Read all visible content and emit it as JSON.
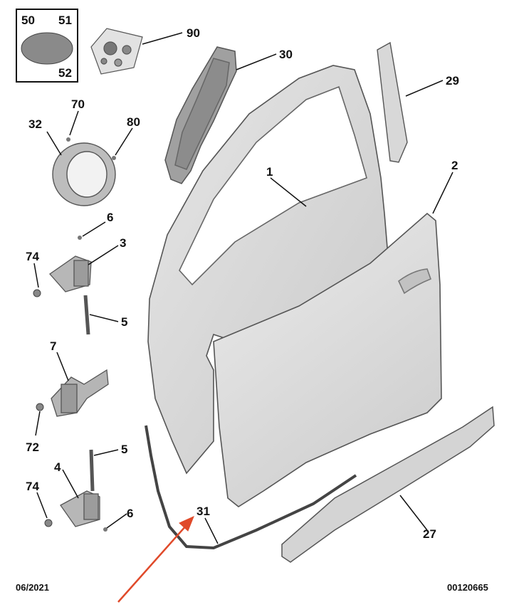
{
  "callouts": {
    "n50": "50",
    "n51": "51",
    "n52": "52",
    "n90": "90",
    "n30": "30",
    "n29": "29",
    "n70": "70",
    "n32": "32",
    "n80": "80",
    "n1": "1",
    "n2": "2",
    "n6a": "6",
    "n3": "3",
    "n74a": "74",
    "n5a": "5",
    "n7": "7",
    "n72": "72",
    "n5b": "5",
    "n4": "4",
    "n74b": "74",
    "n6b": "6",
    "n31": "31",
    "n27": "27"
  },
  "footer": {
    "date": "06/2021",
    "ref": "00120665"
  },
  "colors": {
    "part": "#d9d9d9",
    "part_dark": "#a8a8a8",
    "outline": "#555555",
    "leader": "#111111",
    "arrow": "#e04a2a",
    "patch": "#8a8a8a"
  }
}
